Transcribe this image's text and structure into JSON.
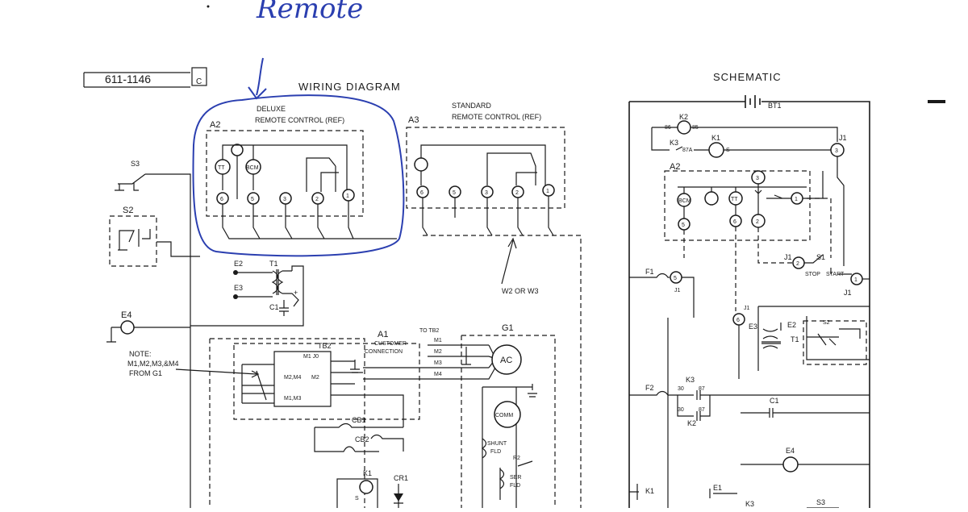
{
  "annotation": {
    "handwritten_text": "Remote",
    "color": "#2b3fb0"
  },
  "header": {
    "part_number": "611-1146",
    "rev_box_top": "",
    "rev_box_bottom": "C"
  },
  "wiring_diagram": {
    "title": "WIRING DIAGRAM",
    "a2": {
      "id": "A2",
      "line1": "DELUXE",
      "line2": "REMOTE CONTROL (REF)",
      "lamp1": "TT",
      "lamp2": "BCM",
      "terms": [
        "6",
        "5",
        "3",
        "2",
        "1"
      ]
    },
    "a3": {
      "id": "A3",
      "line1": "STANDARD",
      "line2": "REMOTE CONTROL (REF)",
      "terms": [
        "6",
        "5",
        "3",
        "2",
        "1"
      ]
    },
    "switches": {
      "s3": "S3",
      "s2": "S2"
    },
    "transformer": {
      "t1": "T1",
      "e2": "E2",
      "e3": "E3",
      "c1": "C1",
      "plus": "+"
    },
    "e4": "E4",
    "wire_note": "W2 OR W3",
    "note": {
      "line1": "NOTE:",
      "line2": "M1,M2,M3,&M4",
      "line3": "FROM G1"
    },
    "tb2": "TB2",
    "a1": {
      "id": "A1",
      "line1": "CUSTOMER",
      "line2": "CONNECTION",
      "to_tb2": "TO TB2",
      "m_labels": [
        "M1",
        "M2",
        "M3",
        "M4"
      ]
    },
    "tb2_labels": {
      "m1_j0": "M1 J0",
      "m2m4": "M2,M4",
      "m2": "M2",
      "m1m3": "M1,M3"
    },
    "g1": {
      "id": "G1",
      "ac": "AC",
      "comm": "COMM",
      "shunt_line1": "SHUNT",
      "shunt_line2": "FLD",
      "ser_line1": "SER",
      "ser_line2": "FLD",
      "r2": "R2"
    },
    "cb": {
      "cb1": "CB1",
      "cb2": "CB2"
    },
    "relay": {
      "k1": "K1",
      "cr1": "CR1",
      "s_label": "S"
    }
  },
  "schematic": {
    "title": "SCHEMATIC",
    "bt1": "BT1",
    "k2": "K2",
    "k2_pins": [
      "86",
      "85"
    ],
    "k3": "K3",
    "k3_pin": "87A",
    "k1": "K1",
    "k1_pin": "S",
    "j1": "J1",
    "j1_term_top": "3",
    "a2": "A2",
    "a2_lamps": [
      "BCM",
      "",
      "TT"
    ],
    "a2_terms": {
      "t3": "3",
      "t2": "2",
      "t1": "1",
      "t5": "5",
      "t6": "6"
    },
    "f1": "F1",
    "f1_j1_term": "5",
    "j1_label_under": "J1",
    "s1": {
      "id": "S1",
      "stop": "STOP",
      "start": "START",
      "j1": "J1",
      "t2": "2",
      "t1": "1",
      "j1_right": "J1"
    },
    "j1_term6": "6",
    "j1_small": "J1",
    "e3": "E3",
    "e2": "E2",
    "t1": "T1",
    "s2": "S2",
    "f2": "F2",
    "k3_contacts": {
      "k3": "K3",
      "p30": "30",
      "p87": "87",
      "k2": "K2",
      "p30b": "30",
      "p87b": "87"
    },
    "c1": "C1",
    "e4": "E4",
    "bottom": {
      "k1": "K1",
      "e1": "E1",
      "k3": "K3",
      "s3": "S3"
    }
  }
}
